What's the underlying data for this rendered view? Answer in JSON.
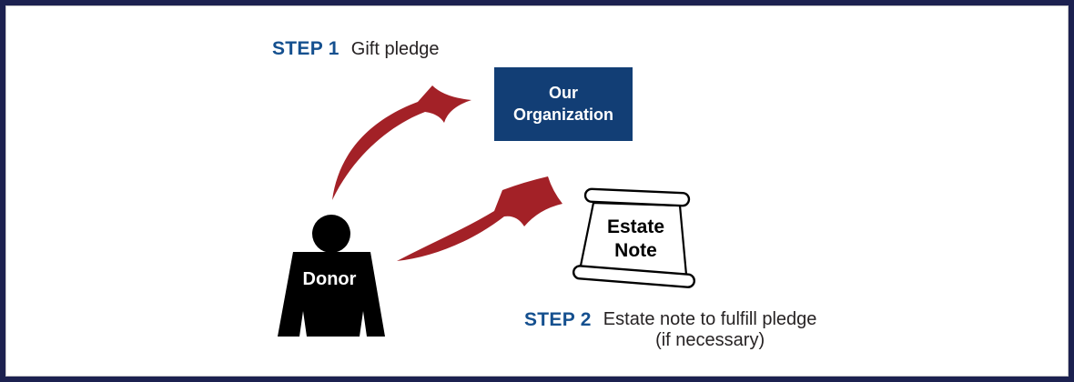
{
  "colors": {
    "frame_navy": "#1c2150",
    "inner_line_gray": "#c9c9cb",
    "box_navy": "#123e75",
    "step_blue": "#15508f",
    "arrow_red": "#a32127",
    "text_dark": "#262223",
    "silhouette_black": "#000000",
    "scroll_fill": "#ffffff",
    "scroll_outline": "#000000"
  },
  "step1": {
    "label": "STEP 1",
    "text": "Gift pledge"
  },
  "organization_box": {
    "line1": "Our",
    "line2": "Organization"
  },
  "donor": {
    "label": "Donor"
  },
  "estate_note": {
    "line1": "Estate",
    "line2": "Note"
  },
  "step2": {
    "label": "STEP 2",
    "text": "Estate note to fulfill pledge",
    "note": "(if necessary)"
  }
}
